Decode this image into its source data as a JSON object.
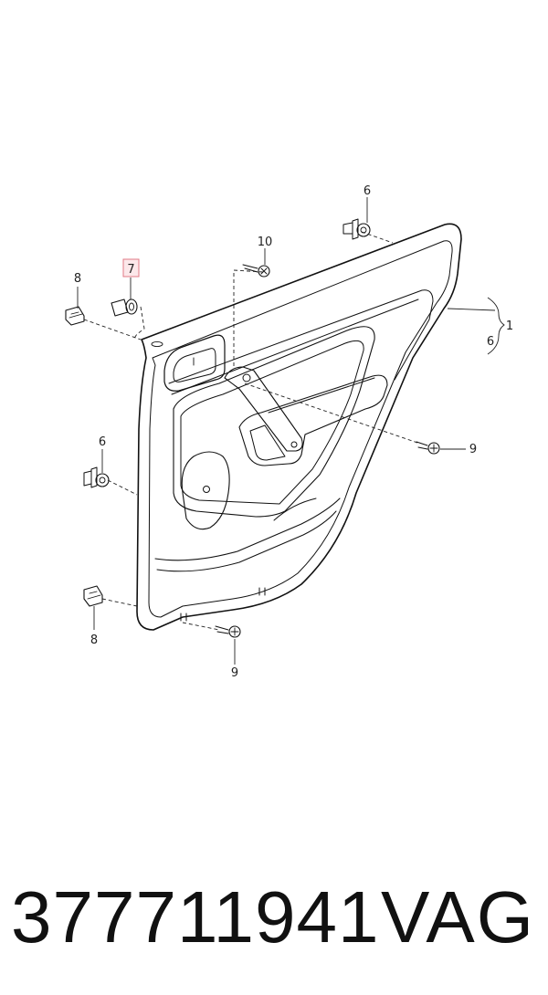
{
  "callouts": {
    "c1": "1",
    "c6_right": "6",
    "c6_top": "6",
    "c6_left": "6",
    "c7": "7",
    "c8_top": "8",
    "c8_bottom": "8",
    "c9_right": "9",
    "c9_bottom": "9",
    "c10": "10"
  },
  "highlighted_callout": "7",
  "colors": {
    "line": "#111111",
    "highlight_fill": "#fce8ea",
    "highlight_border": "#e07a86"
  },
  "footer": {
    "part_number": "377711941",
    "brand": "VAG"
  }
}
